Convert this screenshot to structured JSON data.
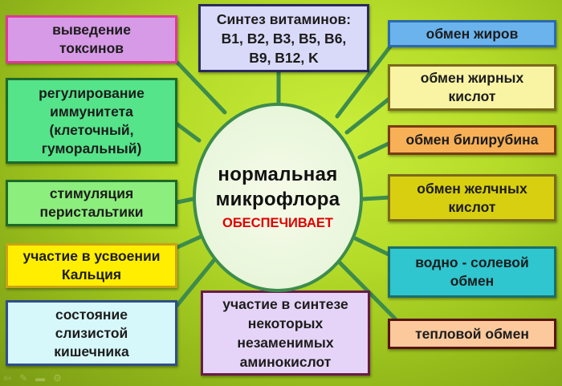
{
  "center": {
    "title_line1": "нормальная",
    "title_line2": "микрофлора",
    "subtitle": "ОБЕСПЕЧИВАЕТ"
  },
  "top": {
    "vitamins": "Синтез витаминов:\nB1, B2, B3, B5, B6,\nB9, B12, K"
  },
  "bottom": {
    "amino": "участие в синтезе\nнекоторых\nнезаменимых\nаминокислот"
  },
  "left": [
    {
      "label": "выведение\nтоксинов",
      "bg": "#d79ae6",
      "border": "#e0389a"
    },
    {
      "label": "регулирование\nиммунитета\n(клеточный,\nгуморальный)",
      "bg": "#55e48a",
      "border": "#1d6a2a"
    },
    {
      "label": "стимуляция\nперистальтики",
      "bg": "#8cee7c",
      "border": "#1d6a2a"
    },
    {
      "label": "участие в усвоении\nКальция",
      "bg": "#ffee00",
      "border": "#c9a415"
    },
    {
      "label": "состояние\nслизистой\nкишечника",
      "bg": "#d7f8fb",
      "border": "#2d4f8a"
    }
  ],
  "right": [
    {
      "label": "обмен жиров",
      "bg": "#6bb3ec",
      "border": "#2a6ab0"
    },
    {
      "label": "обмен жирных\nкислот",
      "bg": "#f8f4a3",
      "border": "#7b6a1c"
    },
    {
      "label": "обмен билирубина",
      "bg": "#f8b056",
      "border": "#7a3a12"
    },
    {
      "label": "обмен желчных\nкислот",
      "bg": "#d8cf10",
      "border": "#7b6a1c"
    },
    {
      "label": "водно - солевой\nобмен",
      "bg": "#2fc6cf",
      "border": "#1b6f68"
    },
    {
      "label": "тепловой обмен",
      "bg": "#fbc99c",
      "border": "#5a1414"
    }
  ],
  "colors": {
    "connector": "#3e8c4c",
    "top_bg": "#d9d9fa",
    "top_border": "#2b2b5a",
    "bottom_bg": "#e6d4f8",
    "bottom_border": "#6a1a4a",
    "accent_red": "#e00000"
  },
  "footer_icons": [
    "back-arrow-icon",
    "pen-icon",
    "slides-icon",
    "settings-icon"
  ]
}
